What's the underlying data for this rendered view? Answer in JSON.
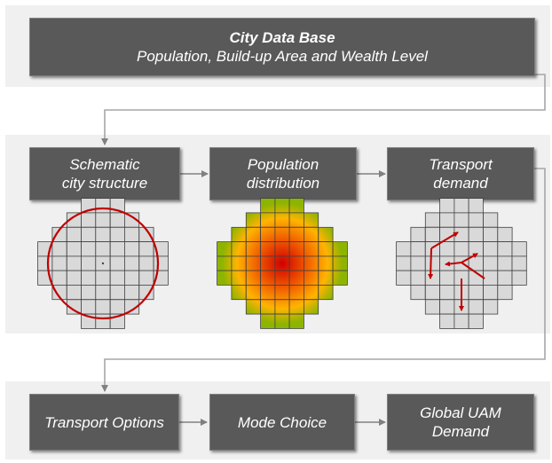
{
  "db": {
    "title": "City Data Base",
    "subtitle": "Population, Build-up Area and Wealth Level"
  },
  "row1": [
    {
      "line1": "Schematic",
      "line2": "city structure"
    },
    {
      "line1": "Population",
      "line2": "distribution"
    },
    {
      "line1": "Transport",
      "line2": "demand"
    }
  ],
  "row2": [
    {
      "line1": "Transport Options",
      "line2": ""
    },
    {
      "line1": "Mode Choice",
      "line2": ""
    },
    {
      "line1": "Global UAM",
      "line2": "Demand"
    }
  ],
  "colors": {
    "box": "#595959",
    "band": "#f0f0f0",
    "connector": "#a6a6a6",
    "arrow": "#808080",
    "circle": "#c00000",
    "cell": "#d9d9d9",
    "demand_arrow": "#c00000",
    "heat_center": "#d00000",
    "heat_edge": "#8db400"
  }
}
